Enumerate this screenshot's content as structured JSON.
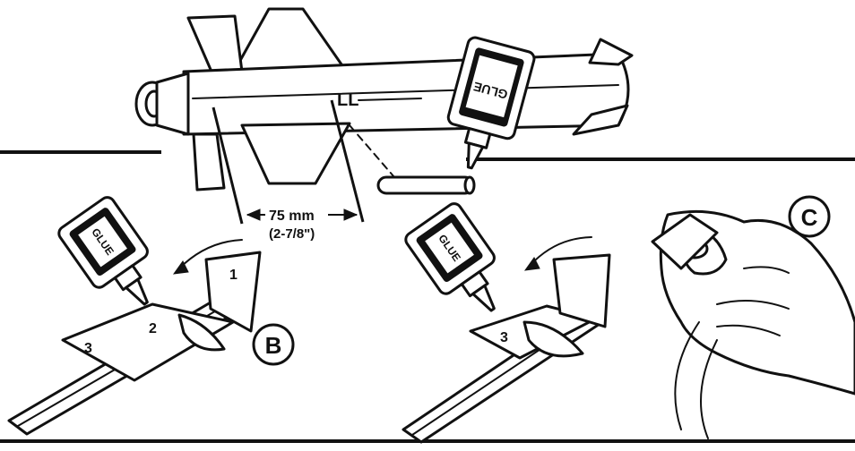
{
  "labels": {
    "launch_lug": "LL",
    "measure_mm": "75 mm",
    "measure_in": "(2-7/8\")",
    "step_b": "B",
    "step_c": "C",
    "fin_1": "1",
    "fin_2": "2",
    "fin_3_left": "3",
    "fin_3_right": "3",
    "glue_top": "GLUE",
    "glue_left": "GLUE",
    "glue_right": "GLUE"
  },
  "colors": {
    "ink": "#111111",
    "paper": "#ffffff"
  }
}
